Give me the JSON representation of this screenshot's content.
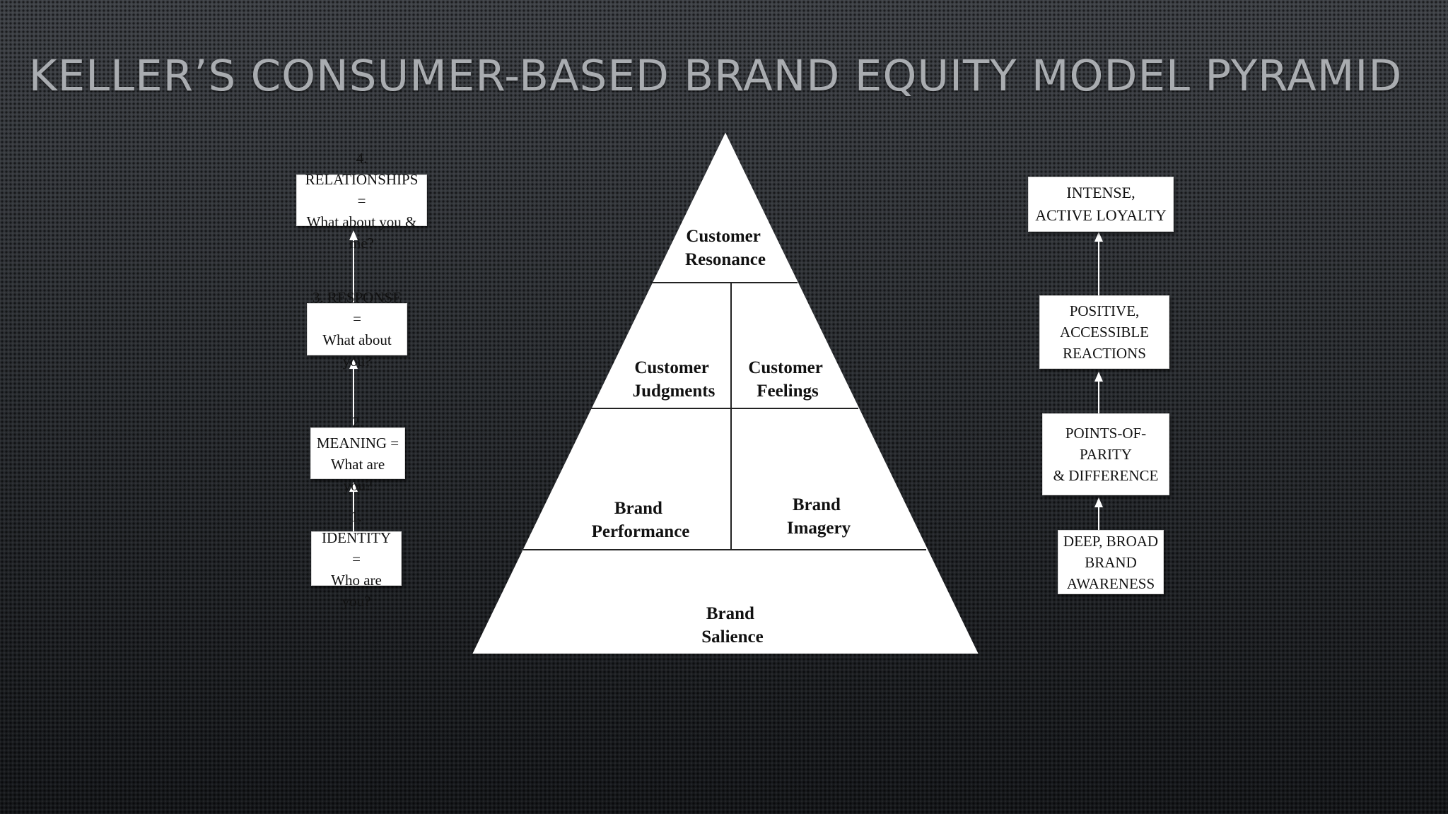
{
  "title": "KELLER’S CONSUMER-BASED BRAND EQUITY MODEL PYRAMID",
  "left_steps": [
    {
      "line1": "4.  RELATIONSHIPS =",
      "line2": "What about you & me?"
    },
    {
      "line1": "3.  RESPONSE =",
      "line2": "What about you?"
    },
    {
      "line1": "2.  MEANING =",
      "line2": "What are you?"
    },
    {
      "line1": "1.  IDENTITY =",
      "line2": "Who are you?"
    }
  ],
  "pyramid": {
    "resonance": {
      "line1": "Customer",
      "line2": "Resonance"
    },
    "judgments": {
      "line1": "Customer",
      "line2": "Judgments"
    },
    "feelings": {
      "line1": "Customer",
      "line2": "Feelings"
    },
    "performance": {
      "line1": "Brand",
      "line2": "Performance"
    },
    "imagery": {
      "line1": "Brand",
      "line2": "Imagery"
    },
    "salience": {
      "line1": "Brand",
      "line2": "Salience"
    }
  },
  "right_outcomes": [
    {
      "lines": [
        "INTENSE,",
        "ACTIVE LOYALTY"
      ]
    },
    {
      "lines": [
        "POSITIVE,",
        "ACCESSIBLE",
        "REACTIONS"
      ]
    },
    {
      "lines": [
        "POINTS-OF-PARITY",
        "& DIFFERENCE"
      ]
    },
    {
      "lines": [
        "DEEP, BROAD",
        "BRAND",
        "AWARENESS"
      ]
    }
  ]
}
